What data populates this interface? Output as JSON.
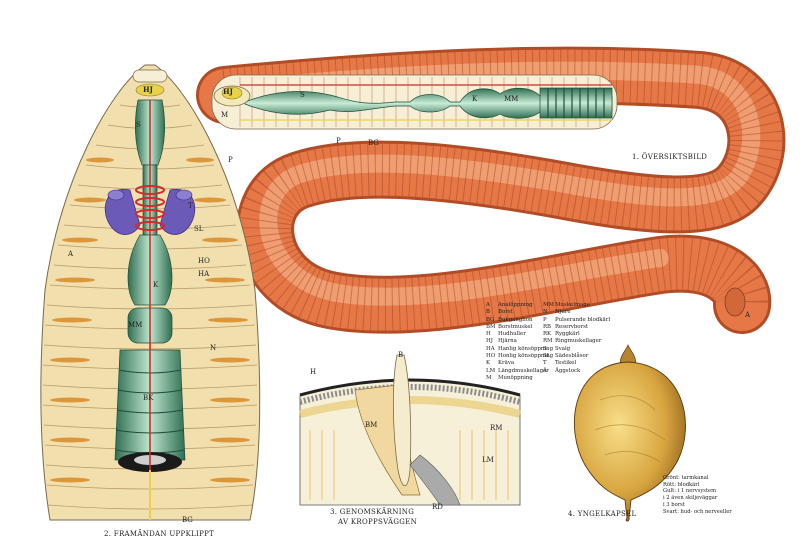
{
  "figures": {
    "overview": {
      "caption": "1. ÖVERSIKTSBILD",
      "labels": {
        "HJ": "HJ",
        "M": "M",
        "S": "S",
        "K": "K",
        "MM": "MM",
        "P": "P",
        "BG": "BG",
        "A": "A"
      }
    },
    "front": {
      "caption": "2. FRAMÄNDAN UPPKLIPPT",
      "labels": {
        "HJ": "HJ",
        "S": "S",
        "P": "P",
        "T": "T",
        "SL": "SL",
        "A": "A",
        "HO": "HO",
        "HA": "HA",
        "K": "K",
        "MM": "MM",
        "N": "N",
        "BK": "BK",
        "BG": "BG"
      }
    },
    "section": {
      "caption_line1": "3. GENOMSKÄRNING",
      "caption_line2": "AV KROPPSVÄGGEN",
      "labels": {
        "H": "H",
        "B": "B",
        "BM": "BM",
        "RM": "RM",
        "LM": "LM",
        "RD": "RD"
      }
    },
    "cocoon": {
      "caption": "4. YNGELKAPSEL"
    }
  },
  "legend": {
    "col1": [
      {
        "k": "A",
        "v": "Analöppning"
      },
      {
        "k": "B",
        "v": "Borst"
      },
      {
        "k": "BG",
        "v": "Bukganglion"
      },
      {
        "k": "BM",
        "v": "Borstmuskel"
      },
      {
        "k": "H",
        "v": "Hudhuller"
      },
      {
        "k": "HJ",
        "v": "Hjärna"
      },
      {
        "k": "HA",
        "v": "Hanlig könsöppning"
      },
      {
        "k": "HO",
        "v": "Honlig könsöppning"
      },
      {
        "k": "K",
        "v": "Kräva"
      },
      {
        "k": "LM",
        "v": "Längdmuskellager"
      },
      {
        "k": "M",
        "v": "Munöppning"
      }
    ],
    "col2": [
      {
        "k": "MM",
        "v": "Muskelmage"
      },
      {
        "k": "N",
        "v": "Njure"
      },
      {
        "k": "P",
        "v": "Pulserande blodkärl"
      },
      {
        "k": "RB",
        "v": "Reservborst"
      },
      {
        "k": "RK",
        "v": "Ryggkärl"
      },
      {
        "k": "RM",
        "v": "Ringmuskellager"
      },
      {
        "k": "S",
        "v": "Svalg"
      },
      {
        "k": "SL",
        "v": "Sädesblåsor"
      },
      {
        "k": "T",
        "v": "Testikel"
      },
      {
        "k": "Ä",
        "v": "Äggstock"
      }
    ]
  },
  "notes": [
    "Grönt: tarmkanal",
    "Rött: blodkärl",
    "Gult: i 1 nervsystem",
    "i 2 även skiljeväggar",
    "i 3 borst",
    "Svart: hud- och nerveeller"
  ],
  "colors": {
    "body": "#f1dfae",
    "gut": "#4f9a7a",
    "vessel": "#d42a2a",
    "worm": "#e77a4a",
    "nerve": "#e8d24a",
    "seminal": "#6b5ab8",
    "nephridia": "#d98b2a"
  }
}
